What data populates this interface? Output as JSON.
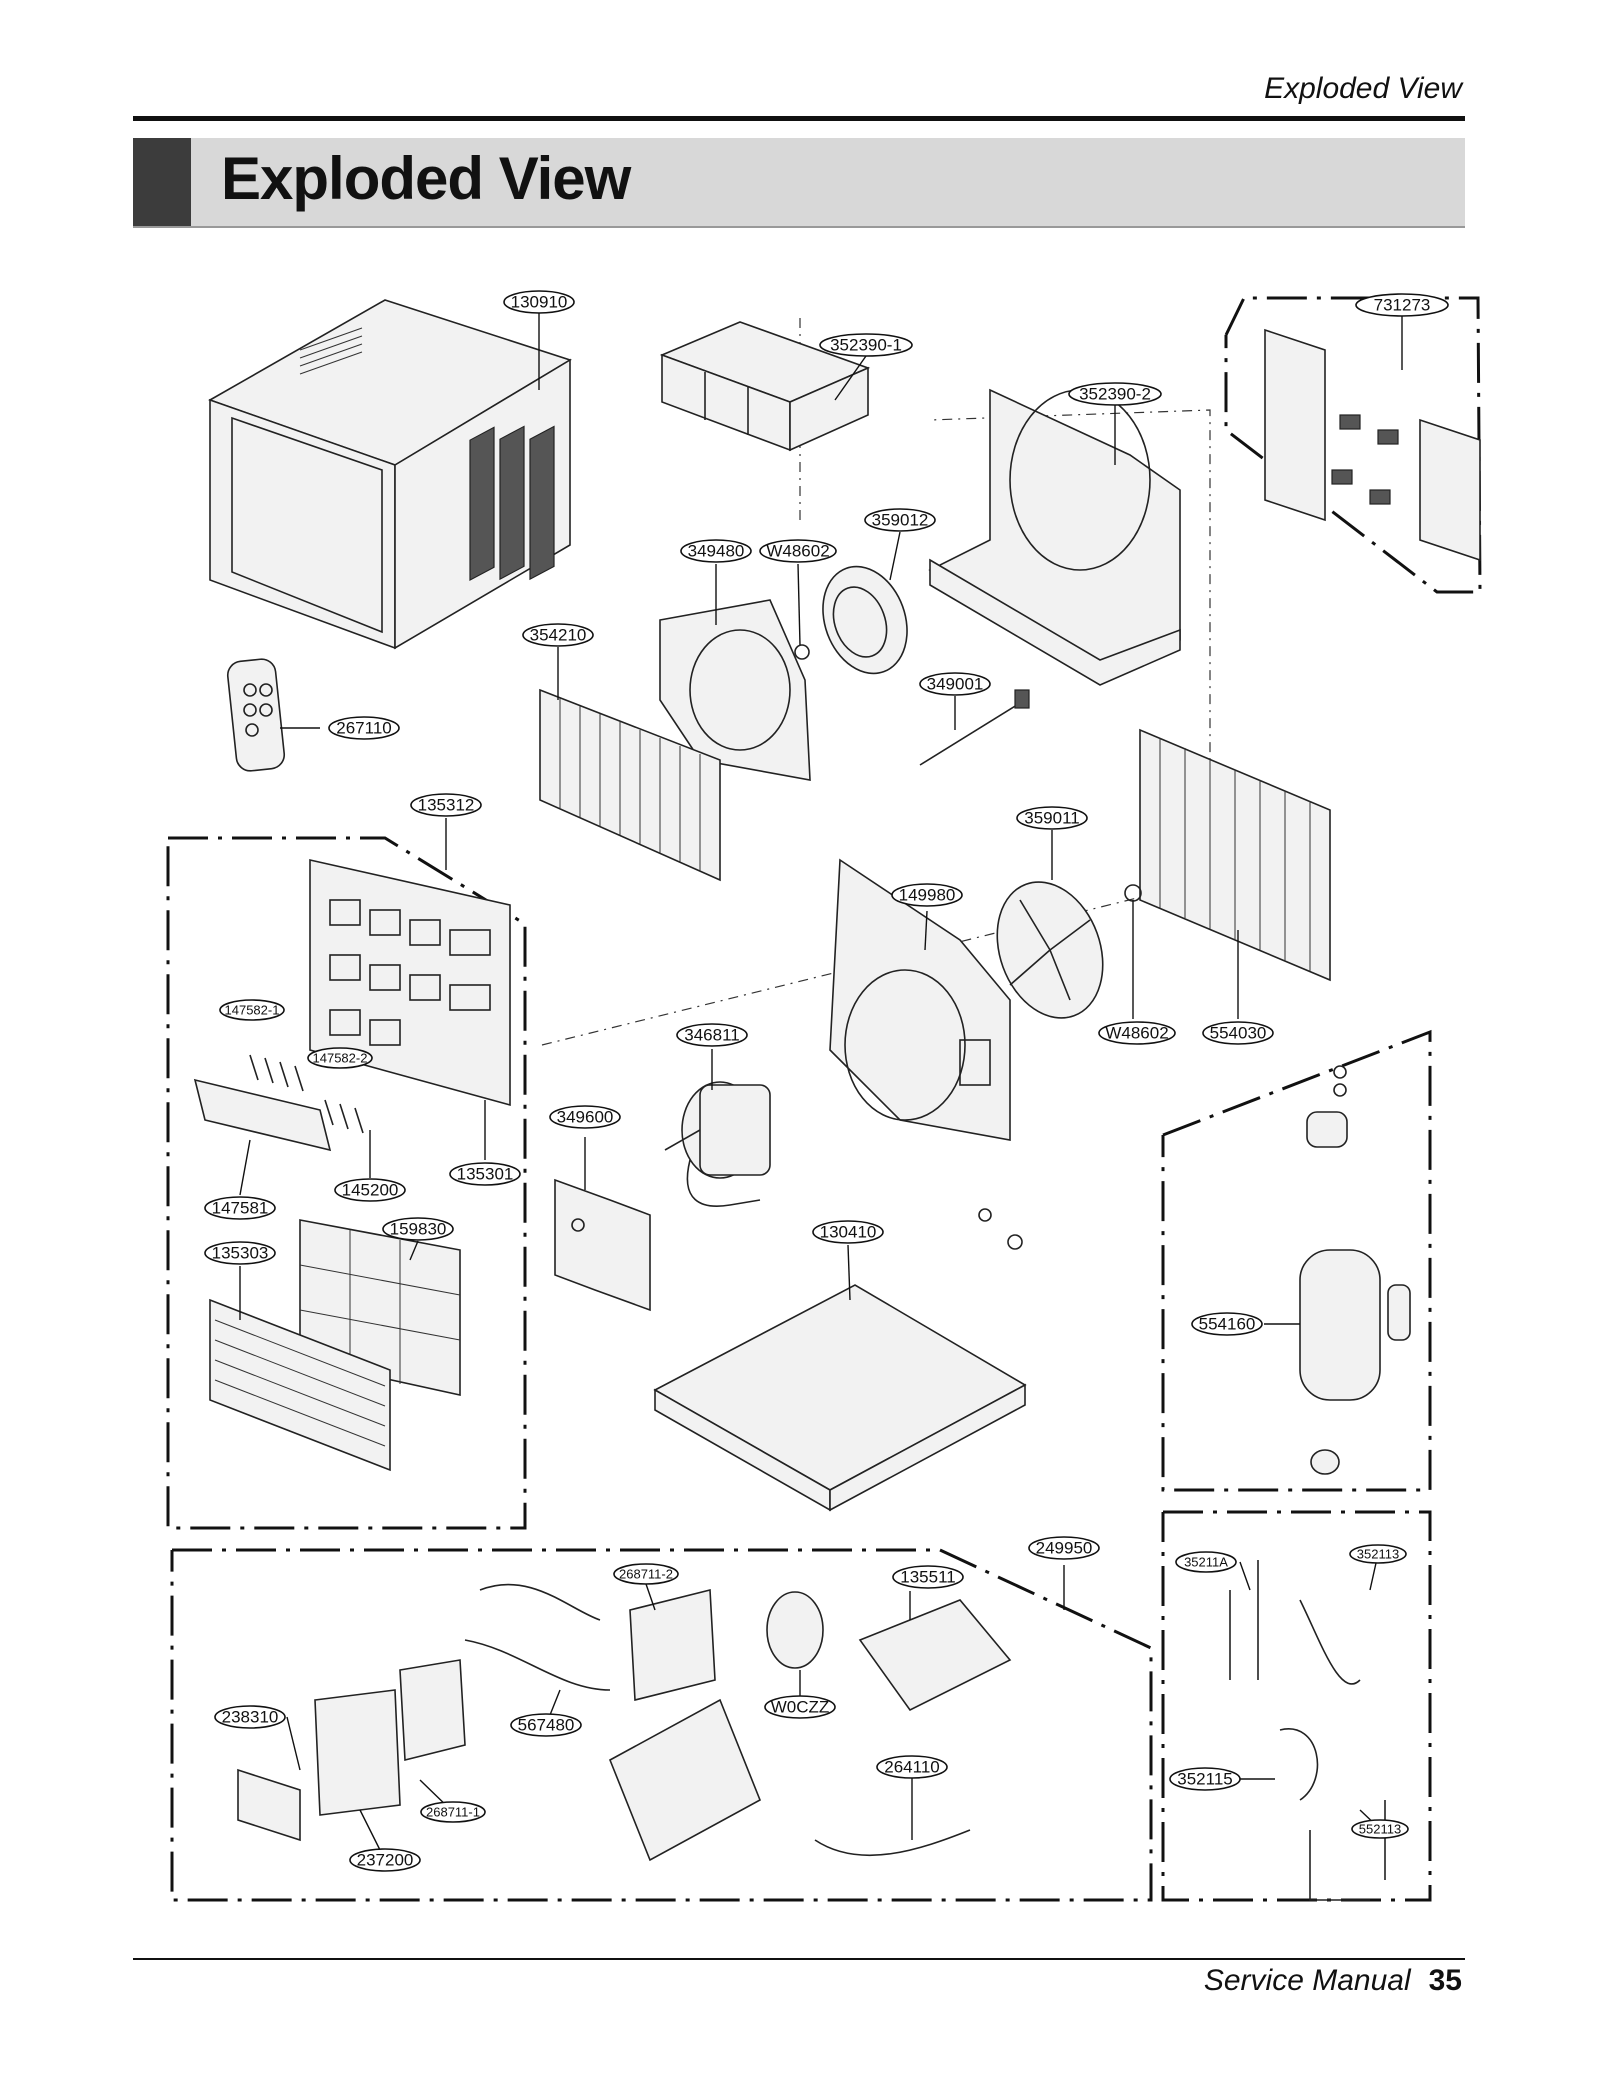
{
  "header": {
    "running_head": "Exploded View"
  },
  "title": {
    "text": "Exploded View"
  },
  "footer": {
    "manual": "Service Manual",
    "page_number": "35"
  },
  "callouts": [
    {
      "id": "c01",
      "label": "130910"
    },
    {
      "id": "c02",
      "label": "352390-1"
    },
    {
      "id": "c03",
      "label": "731273"
    },
    {
      "id": "c04",
      "label": "352390-2"
    },
    {
      "id": "c05",
      "label": "359012"
    },
    {
      "id": "c06",
      "label": "349480"
    },
    {
      "id": "c07",
      "label": "W48602"
    },
    {
      "id": "c08",
      "label": "354210"
    },
    {
      "id": "c09",
      "label": "349001"
    },
    {
      "id": "c10",
      "label": "267110"
    },
    {
      "id": "c11",
      "label": "135312"
    },
    {
      "id": "c12",
      "label": "359011"
    },
    {
      "id": "c13",
      "label": "149980"
    },
    {
      "id": "c14",
      "label": "147582-1"
    },
    {
      "id": "c15",
      "label": "147582-2"
    },
    {
      "id": "c16",
      "label": "346811"
    },
    {
      "id": "c17",
      "label": "W48602"
    },
    {
      "id": "c18",
      "label": "554030"
    },
    {
      "id": "c19",
      "label": "349600"
    },
    {
      "id": "c20",
      "label": "135301"
    },
    {
      "id": "c21",
      "label": "145200"
    },
    {
      "id": "c22",
      "label": "147581"
    },
    {
      "id": "c23",
      "label": "159830"
    },
    {
      "id": "c24",
      "label": "135303"
    },
    {
      "id": "c25",
      "label": "130410"
    },
    {
      "id": "c26",
      "label": "554160"
    },
    {
      "id": "c27",
      "label": "249950"
    },
    {
      "id": "c28",
      "label": "268711-2"
    },
    {
      "id": "c29",
      "label": "135511"
    },
    {
      "id": "c30",
      "label": "35211A"
    },
    {
      "id": "c31",
      "label": "352113"
    },
    {
      "id": "c32",
      "label": "W0CZZ"
    },
    {
      "id": "c33",
      "label": "567480"
    },
    {
      "id": "c34",
      "label": "238310"
    },
    {
      "id": "c35",
      "label": "264110"
    },
    {
      "id": "c36",
      "label": "352115"
    },
    {
      "id": "c37",
      "label": "268711-1"
    },
    {
      "id": "c38",
      "label": "552113"
    },
    {
      "id": "c39",
      "label": "237200"
    }
  ]
}
